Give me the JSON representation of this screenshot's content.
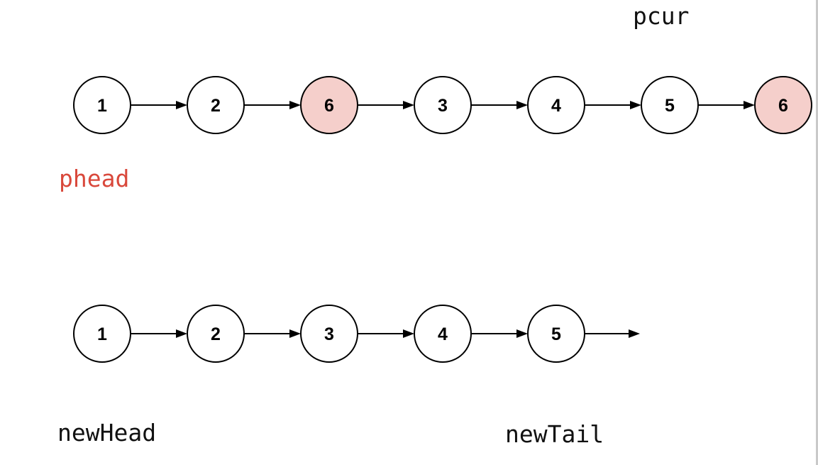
{
  "diagram": {
    "original_list": {
      "nodes": [
        {
          "value": "1",
          "removed": false
        },
        {
          "value": "2",
          "removed": false
        },
        {
          "value": "6",
          "removed": true
        },
        {
          "value": "3",
          "removed": false
        },
        {
          "value": "4",
          "removed": false
        },
        {
          "value": "5",
          "removed": false
        },
        {
          "value": "6",
          "removed": true
        }
      ],
      "pointers": {
        "head": "phead",
        "current": "pcur"
      }
    },
    "new_list": {
      "nodes": [
        {
          "value": "1"
        },
        {
          "value": "2"
        },
        {
          "value": "3"
        },
        {
          "value": "4"
        },
        {
          "value": "5"
        }
      ],
      "pointers": {
        "head": "newHead",
        "tail": "newTail"
      }
    },
    "colors": {
      "removed_fill": "#f5cfcb",
      "node_fill": "#ffffff",
      "stroke": "#000000",
      "head_pointer": "#d9483b",
      "pointer_text": "#111111"
    }
  }
}
